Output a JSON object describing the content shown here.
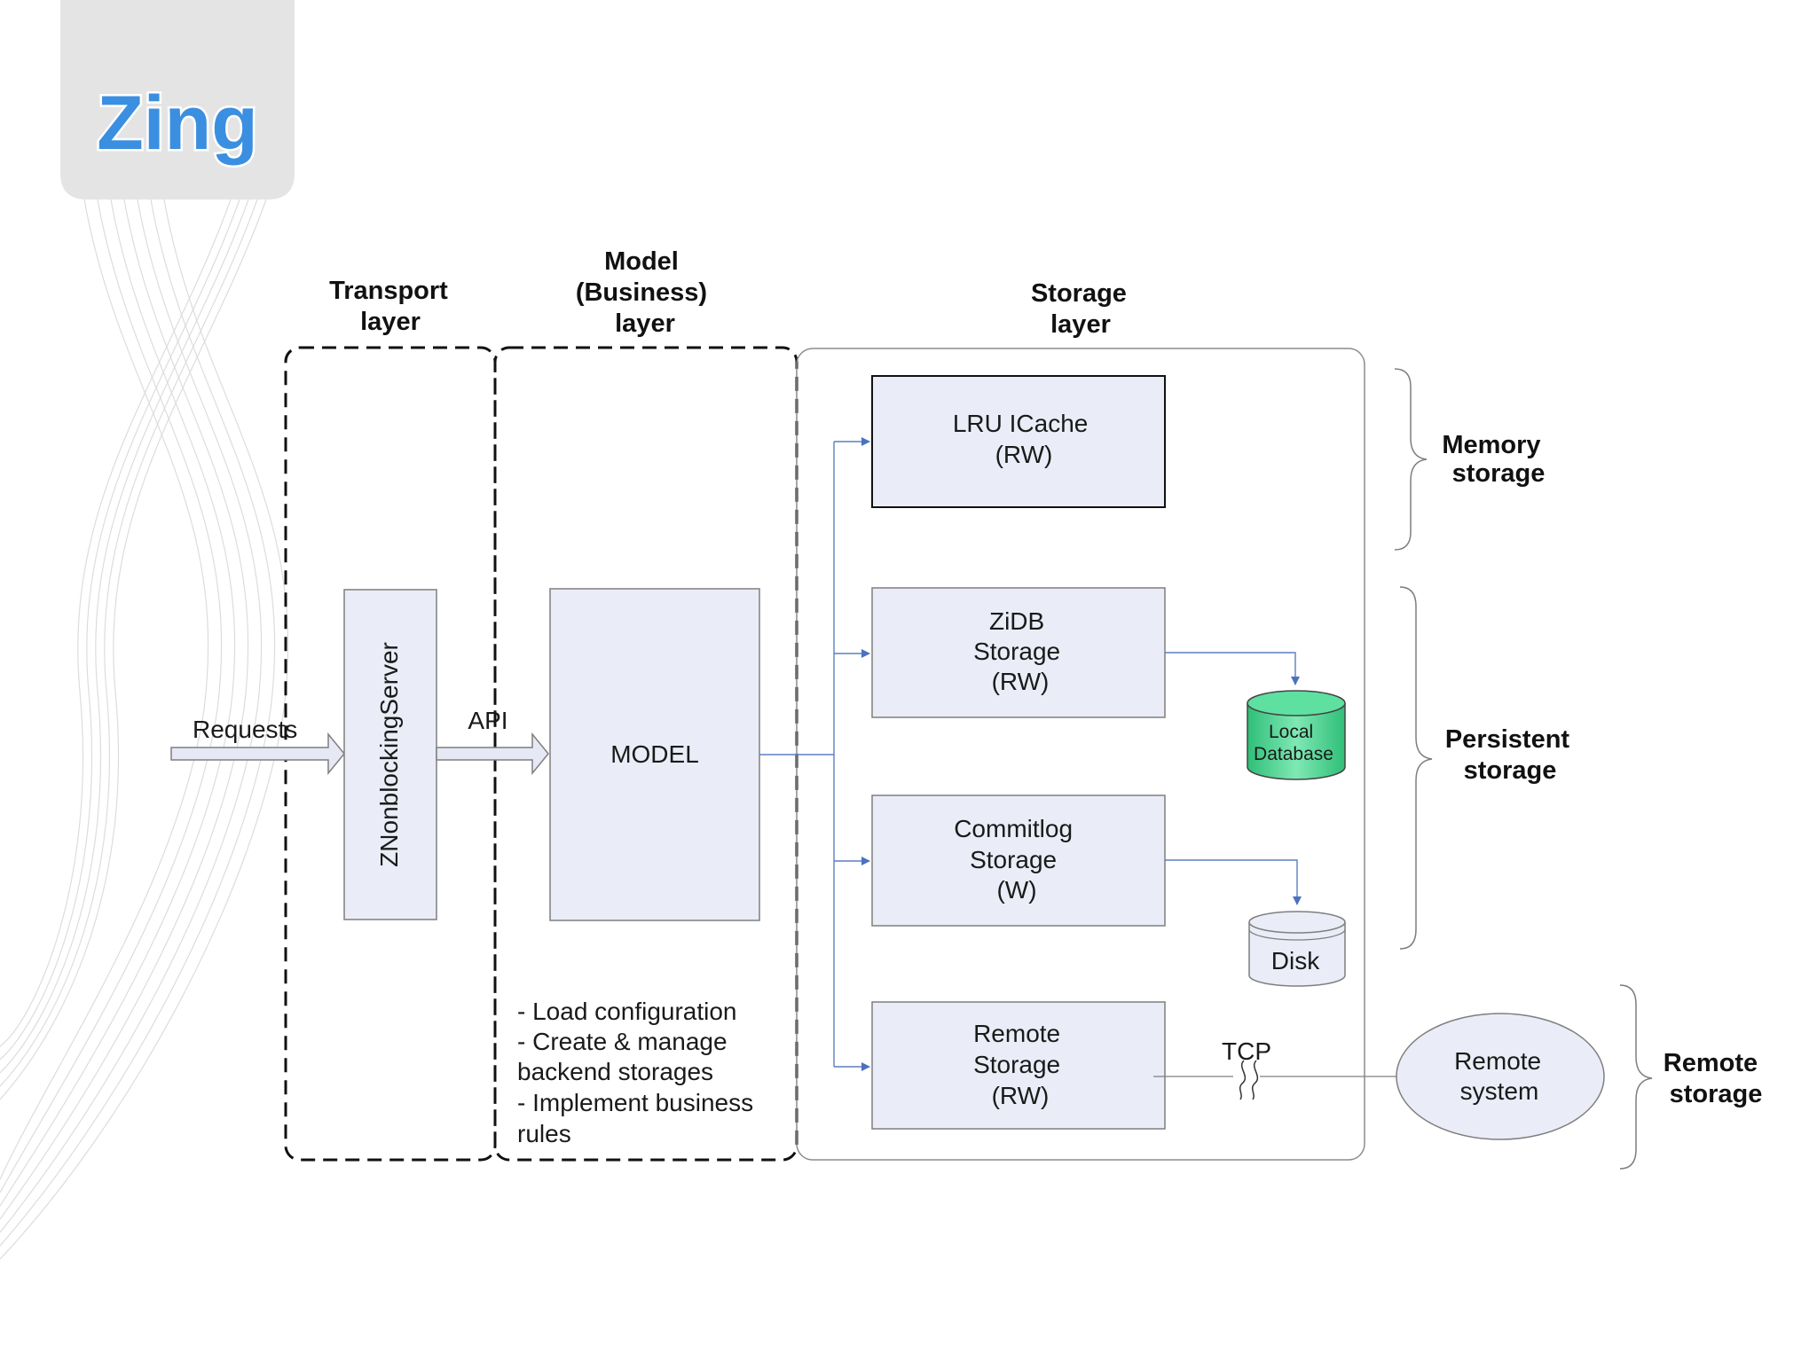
{
  "logo": {
    "text": "Zing"
  },
  "layers": {
    "transport": {
      "line1": "Transport",
      "line2": "layer"
    },
    "model": {
      "line1": "Model",
      "line2": "(Business)",
      "line3": "layer"
    },
    "storage": {
      "line1": "Storage",
      "line2": "layer"
    }
  },
  "flow": {
    "requests": "Requests",
    "api": "API",
    "tcp": "TCP"
  },
  "components": {
    "server": {
      "label": "ZNonblockingServer"
    },
    "model": {
      "label": "MODEL"
    },
    "lru": {
      "line1": "LRU ICache",
      "line2": "(RW)"
    },
    "zidb": {
      "line1": "ZiDB",
      "line2": "Storage",
      "line3": "(RW)"
    },
    "commitlog": {
      "line1": "Commitlog",
      "line2": "Storage",
      "line3": "(W)"
    },
    "remote_storage": {
      "line1": "Remote",
      "line2": "Storage",
      "line3": "(RW)"
    },
    "local_db": {
      "line1": "Local",
      "line2": "Database"
    },
    "disk": {
      "label": "Disk"
    },
    "remote_system": {
      "line1": "Remote",
      "line2": "system"
    }
  },
  "notes": {
    "line1": "- Load configuration",
    "line2": "- Create & manage",
    "line3": "backend storages",
    "line4": "- Implement business",
    "line5": "rules"
  },
  "groups": {
    "memory": {
      "line1": "Memory",
      "line2": "storage"
    },
    "persistent": {
      "line1": "Persistent",
      "line2": "storage"
    },
    "remote": {
      "line1": "Remote",
      "line2": "storage"
    }
  },
  "colors": {
    "box_fill": "#eaedf7",
    "connector": "#5b7fc0",
    "database_green": "#4cd494",
    "logo_panel": "#e4e4e4"
  }
}
